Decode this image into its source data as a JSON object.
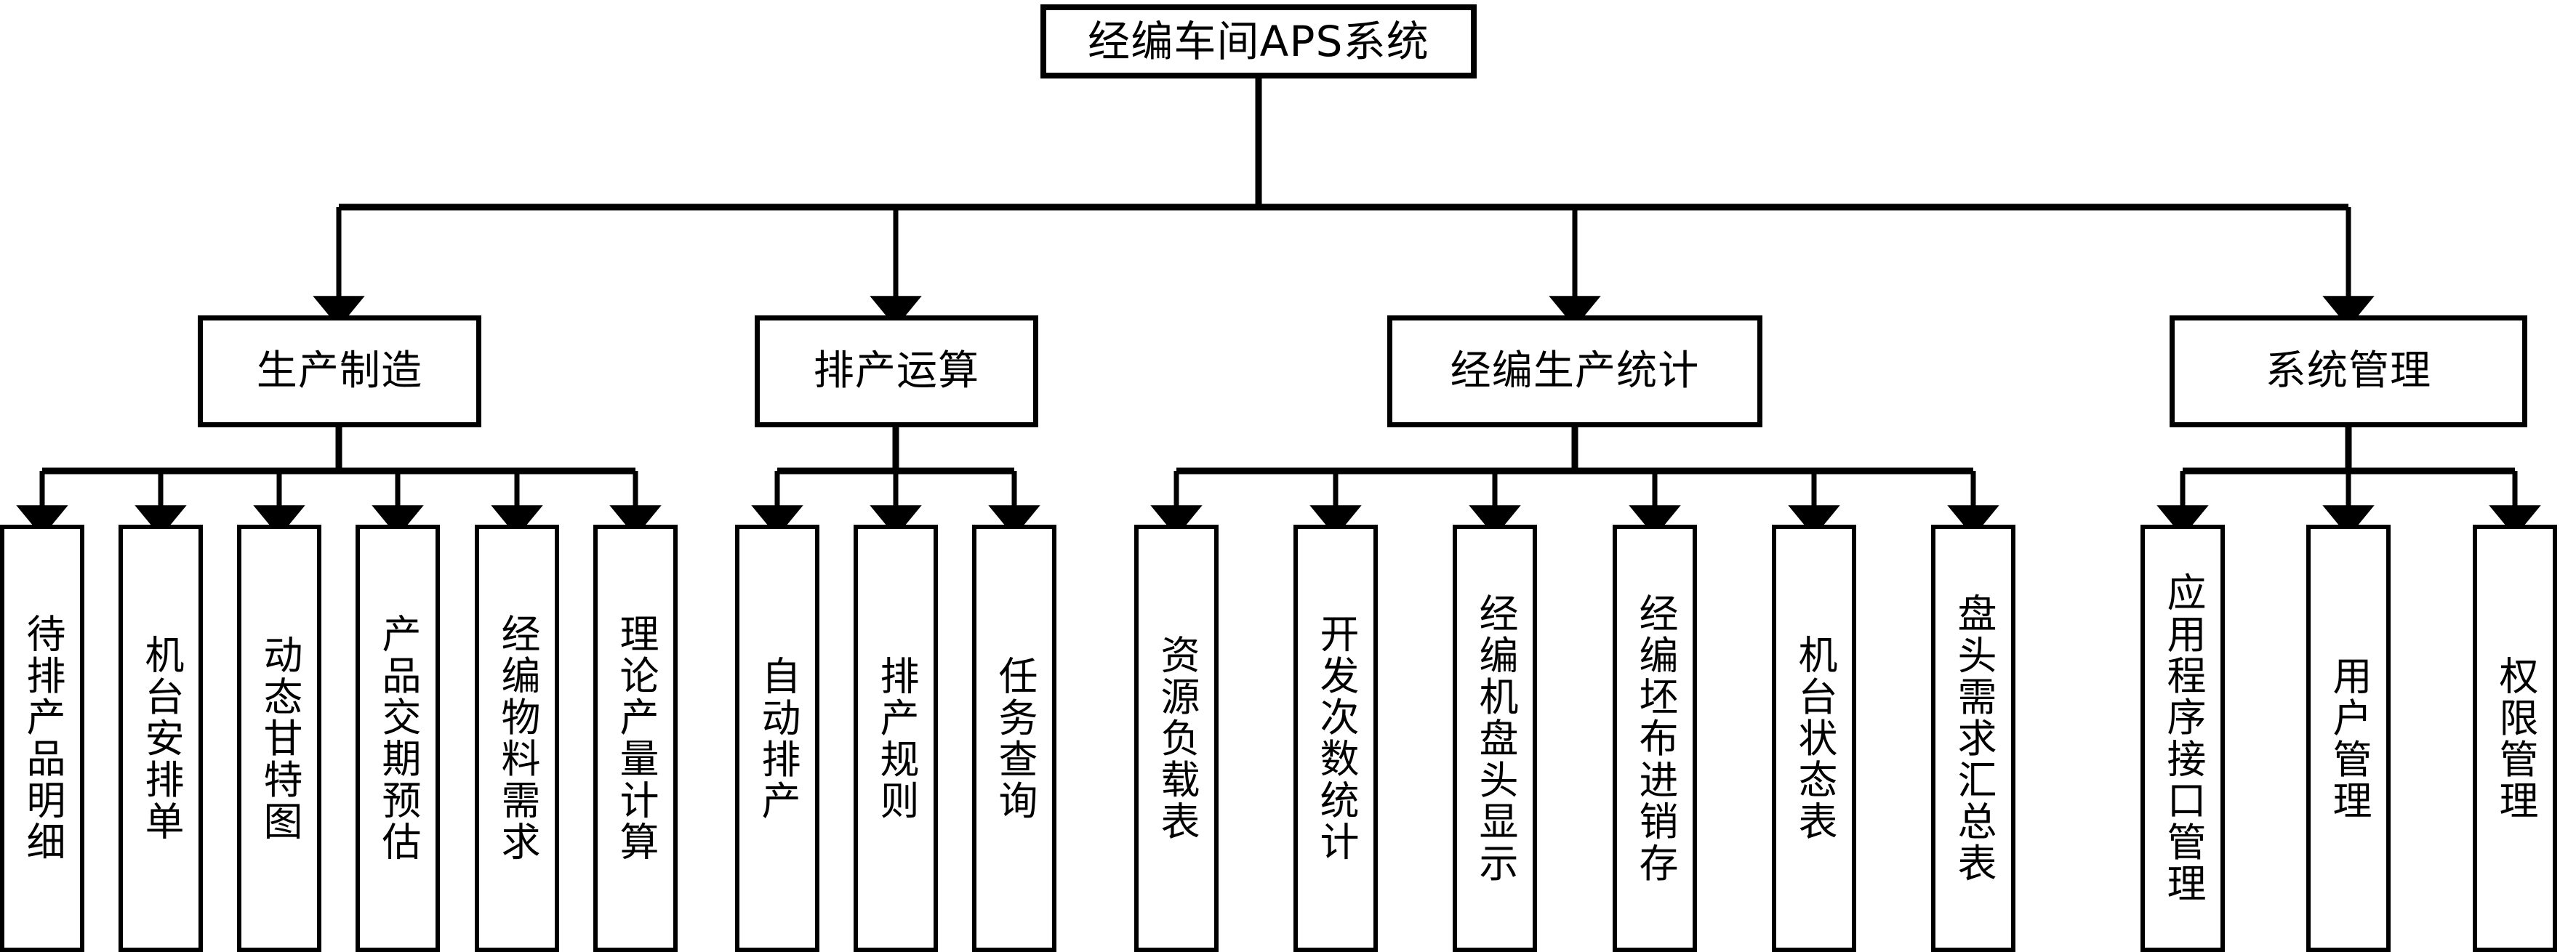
{
  "diagram": {
    "title": "经编车间APS系统",
    "type": "hierarchy-tree",
    "orientation": "top-down",
    "colors": {
      "background": "#ffffff",
      "stroke": "#000000",
      "box_fill": "#ffffff",
      "text": "#000000"
    },
    "root": {
      "label": "经编车间APS系统"
    },
    "branches": [
      {
        "label": "生产制造",
        "children": [
          {
            "label": "待排产品明细"
          },
          {
            "label": "机台安排单"
          },
          {
            "label": "动态甘特图"
          },
          {
            "label": "产品交期预估"
          },
          {
            "label": "经编物料需求"
          },
          {
            "label": "理论产量计算"
          }
        ]
      },
      {
        "label": "排产运算",
        "children": [
          {
            "label": "自动排产"
          },
          {
            "label": "排产规则"
          },
          {
            "label": "任务查询"
          }
        ]
      },
      {
        "label": "经编生产统计",
        "children": [
          {
            "label": "资源负载表"
          },
          {
            "label": "开发次数统计"
          },
          {
            "label": "经编机盘头显示"
          },
          {
            "label": "经编坯布进销存"
          },
          {
            "label": "机台状态表"
          },
          {
            "label": "盘头需求汇总表"
          }
        ]
      },
      {
        "label": "系统管理",
        "children": [
          {
            "label": "应用程序接口管理"
          },
          {
            "label": "用户管理"
          },
          {
            "label": "权限管理"
          }
        ]
      }
    ]
  }
}
